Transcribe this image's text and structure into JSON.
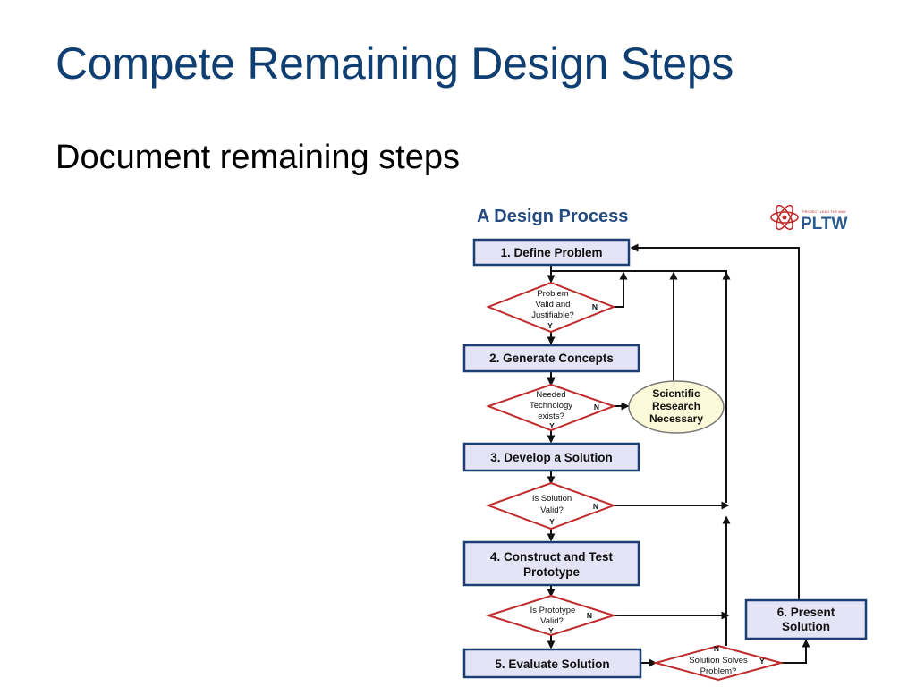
{
  "slide": {
    "title": "Compete Remaining Design Steps",
    "subtitle": "Document remaining steps"
  },
  "diagram": {
    "title": "A Design Process",
    "logo": {
      "text": "PLTW",
      "tagline": "PROJECT LEAD THE WAY"
    },
    "steps": {
      "s1": [
        "1. Define Problem"
      ],
      "s2": [
        "2. Generate Concepts"
      ],
      "s3": [
        "3. Develop a Solution"
      ],
      "s4": [
        "4. Construct and Test",
        "Prototype"
      ],
      "s5": [
        "5. Evaluate Solution"
      ],
      "s6": [
        "6. Present",
        "Solution"
      ]
    },
    "decisions": {
      "d1": [
        "Problem",
        "Valid and",
        "Justifiable?"
      ],
      "d2": [
        "Needed",
        "Technology",
        "exists?"
      ],
      "d3": [
        "Is  Solution",
        "Valid?"
      ],
      "d4": [
        "Is  Prototype",
        "Valid?"
      ],
      "d5": [
        "Solution Solves",
        "Problem?"
      ]
    },
    "research": [
      "Scientific",
      "Research",
      "Necessary"
    ],
    "yes": "Y",
    "no": "N"
  },
  "colors": {
    "title": "#0f3f72",
    "box_fill": "#e4e4f6",
    "box_border": "#1b3f73",
    "diamond_border": "#c02a2a",
    "ellipse_fill": "#fcf9d8"
  }
}
